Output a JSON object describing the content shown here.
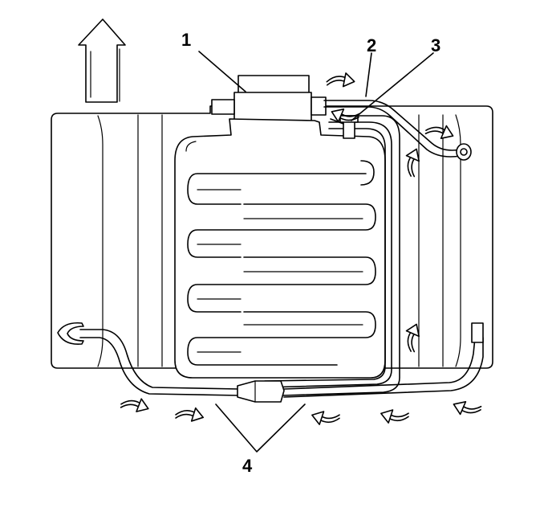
{
  "callouts": {
    "one": "1",
    "two": "2",
    "three": "3",
    "four": "4"
  },
  "colors": {
    "line": "#000000",
    "background": "#ffffff"
  },
  "icons": {
    "direction": "up-arrow-icon",
    "flow": "curved-flow-arrow-icon"
  }
}
